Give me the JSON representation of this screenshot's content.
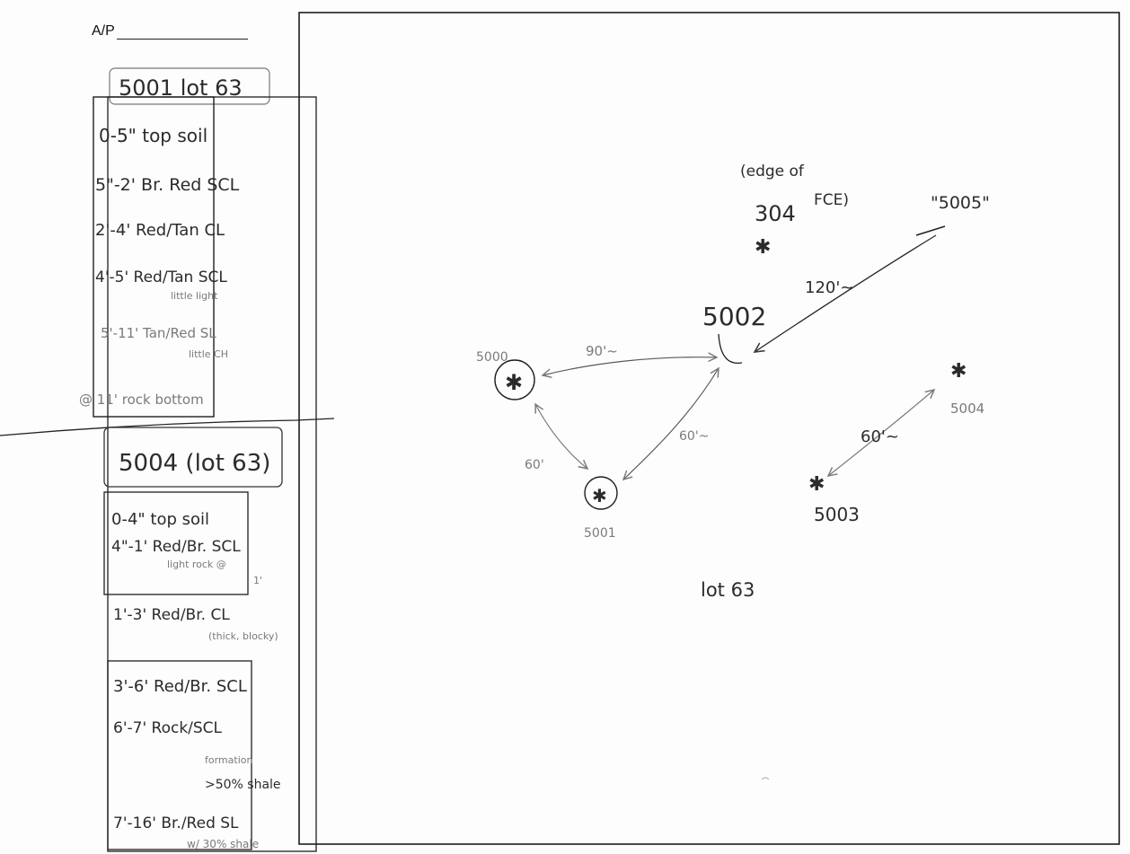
{
  "header": {
    "ap_label": "A/P"
  },
  "boring_log": {
    "boring_5001": {
      "title": "5001 lot 63",
      "entries": [
        "0-5\" top soil",
        "5\"-2' Br. Red SCL",
        "2'-4' Red/Tan CL",
        "4'-5' Red/Tan SCL",
        "little light",
        "5'-11' Tan/Red SL",
        "little CH",
        "@ 11' rock bottom"
      ]
    },
    "boring_5004": {
      "title": "5004 (lot 63)",
      "entries": [
        "0-4\" top soil",
        "4\"-1' Red/Br. SCL",
        "light rock @",
        "1'",
        "1'-3' Red/Br. CL",
        "(thick, blocky)",
        "3'-6' Red/Br. SCL",
        "6'-7' Rock/SCL",
        "formation",
        ">50% shale",
        "7'-16' Br./Red SL",
        "w/ 30% shale"
      ]
    }
  },
  "site_sketch": {
    "points": {
      "p5000": "5000",
      "p5001": "5001",
      "p5002": "5002",
      "p5003": "5003",
      "p5004": "5004",
      "p5005": "\"5005\"",
      "p304": "304"
    },
    "distances": {
      "d_5000_5002": "90'~",
      "d_5002_5005": "120'~",
      "d_5002_5001": "60'~",
      "d_5000_5001": "60'",
      "d_5003_5004": "60'~"
    },
    "note_line1": "(edge of",
    "note_line2": "FCE)",
    "lot_label": "lot 63"
  }
}
